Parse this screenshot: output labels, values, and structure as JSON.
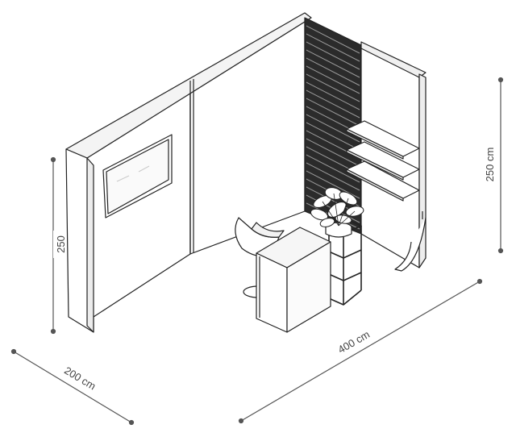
{
  "dimensions": {
    "left_height": "250",
    "right_height": "250 cm",
    "depth": "200 cm",
    "width": "400 cm"
  },
  "colors": {
    "line": "#222222",
    "dimension": "#555555",
    "slat_fill": "#2b2b2b",
    "background": "#ffffff"
  }
}
